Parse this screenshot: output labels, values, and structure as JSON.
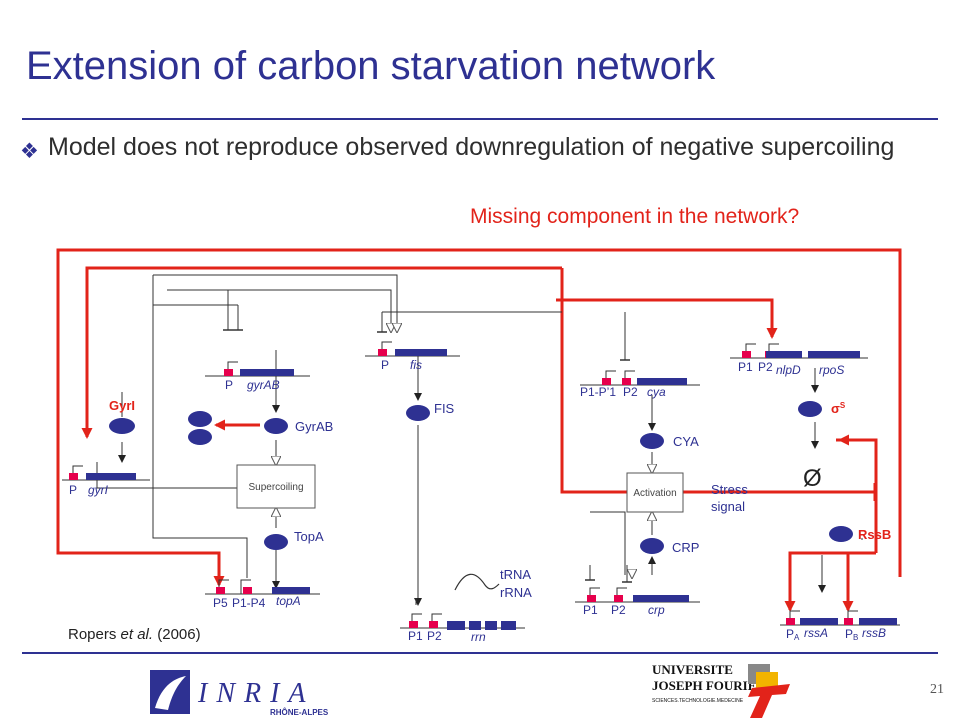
{
  "slide": {
    "title": "Extension of carbon starvation network",
    "bullet_icon": "diamond-bullet-icon",
    "bullet_text": "Model does not reproduce observed downregulation of negative supercoiling",
    "question": "Missing component in the network?",
    "citation_pre": "Ropers ",
    "citation_em": "et al.",
    "citation_post": " (2006)",
    "page_number": "21"
  },
  "diagram": {
    "genes": {
      "gyrAB": "gyrAB",
      "gyrI": "gyrI",
      "topA": "topA",
      "fis": "fis",
      "rrn": "rrn",
      "crp": "crp",
      "cya": "cya",
      "nlpD": "nlpD",
      "rpoS": "rpoS",
      "rssA": "rssA",
      "rssB": "rssB"
    },
    "promoters": {
      "P_gyrAB": "P",
      "P_gyrI": "P",
      "P_fis": "P",
      "P5": "P5",
      "P1P4": "P1-P4",
      "rrn_P1": "P1",
      "rrn_P2": "P2",
      "crp_P1": "P1",
      "crp_P2": "P2",
      "cya_P1P1": "P1-P’1",
      "cya_P2": "P2",
      "nlpD_P1": "P1",
      "nlpD_P2": "P2",
      "PA": "P",
      "PA_sub": "A",
      "PB": "P",
      "PB_sub": "B"
    },
    "proteins": {
      "GyrI": "GyrI",
      "GyrAB": "GyrAB",
      "TopA": "TopA",
      "FIS": "FIS",
      "CYA": "CYA",
      "CRP": "CRP",
      "sigmaS": "σ",
      "sigmaS_sup": "S",
      "RssB": "RssB"
    },
    "boxes": {
      "supercoiling": "Supercoiling",
      "activation": "Activation"
    },
    "labels": {
      "rna1": "tRNA",
      "rna2": "rRNA",
      "stress1": "Stress",
      "stress2": "signal",
      "degradation": "Ø"
    },
    "colors": {
      "protein": "#2e3192",
      "promoter": "#e6004c",
      "missing": "#e2231a",
      "line": "#333333"
    }
  },
  "logos": {
    "inria_text": "INRIA",
    "inria_sub": "RHÔNE-ALPES",
    "ujf_line1": "UNIVERSITE",
    "ujf_line2": "JOSEPH FOURIER",
    "ujf_line3": "SCIENCES.TECHNOLOGIE.MEDECINE"
  }
}
